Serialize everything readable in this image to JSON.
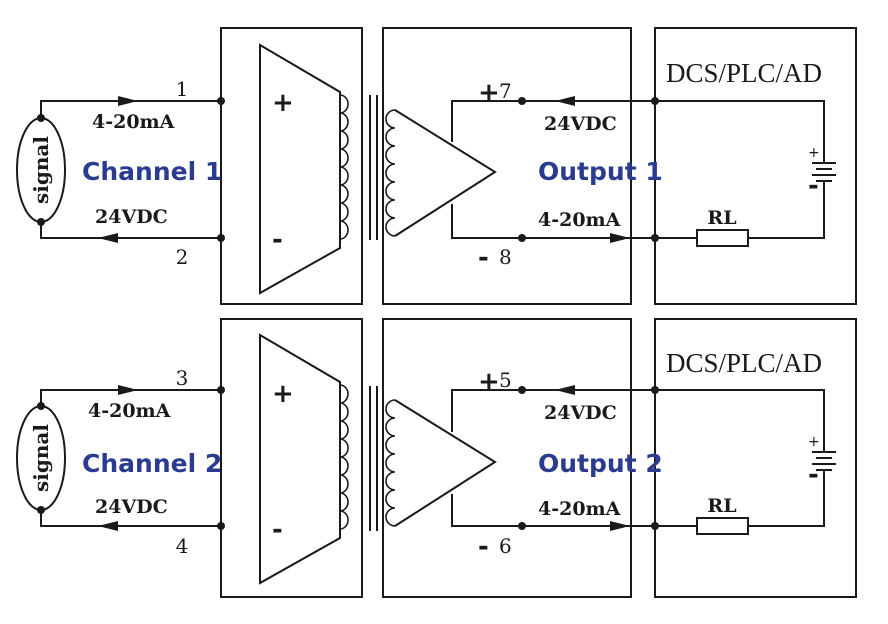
{
  "channels": [
    {
      "signal": "signal",
      "name": "Channel 1",
      "pin_in_pos": "1",
      "pin_in_neg": "2",
      "in_current": "4-20mA",
      "in_voltage": "24VDC",
      "amp_plus": "+",
      "amp_minus": "-",
      "out_pin_pos": "7",
      "out_pin_neg": "8",
      "out_plus": "+",
      "out_minus": "-",
      "output_name": "Output 1",
      "out_voltage": "24VDC",
      "out_current": "4-20mA",
      "system": "DCS/PLC/AD",
      "resistor": "RL",
      "batt_plus": "+",
      "batt_minus": "-"
    },
    {
      "signal": "signal",
      "name": "Channel 2",
      "pin_in_pos": "3",
      "pin_in_neg": "4",
      "in_current": "4-20mA",
      "in_voltage": "24VDC",
      "amp_plus": "+",
      "amp_minus": "-",
      "out_pin_pos": "5",
      "out_pin_neg": "6",
      "out_plus": "+",
      "out_minus": "-",
      "output_name": "Output 2",
      "out_voltage": "24VDC",
      "out_current": "4-20mA",
      "system": "DCS/PLC/AD",
      "resistor": "RL",
      "batt_plus": "+",
      "batt_minus": "-"
    }
  ],
  "colors": {
    "ink": "#1a1a1a",
    "label_blue": "#2b3b8f"
  }
}
